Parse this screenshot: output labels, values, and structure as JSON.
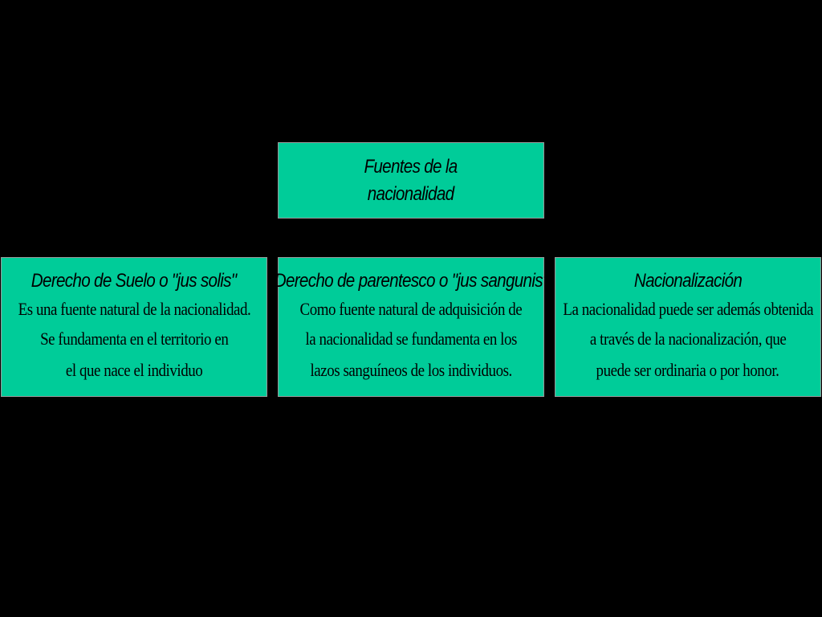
{
  "diagram": {
    "root": {
      "lines": [
        "Fuentes de la",
        "nacionalidad"
      ]
    },
    "children": [
      {
        "title": "Derecho de Suelo o \"jus solis\"",
        "lines": [
          "Es una fuente natural de la nacionalidad.",
          "Se fundamenta en el territorio en",
          "el que nace el individuo"
        ]
      },
      {
        "title": "Derecho de parentesco o \"jus sangunis\"",
        "lines": [
          "Como fuente natural de adquisición de",
          "la nacionalidad se fundamenta en los",
          "lazos sanguíneos de los individuos."
        ]
      },
      {
        "title": "Nacionalización",
        "lines": [
          "La nacionalidad puede ser además obtenida",
          "a través de la nacionalización, que",
          "puede ser ordinaria o por honor."
        ]
      }
    ],
    "colors": {
      "background": "#000000",
      "box_fill": "#00cc99",
      "box_border": "#9a9a9a",
      "text": "#000000"
    }
  }
}
